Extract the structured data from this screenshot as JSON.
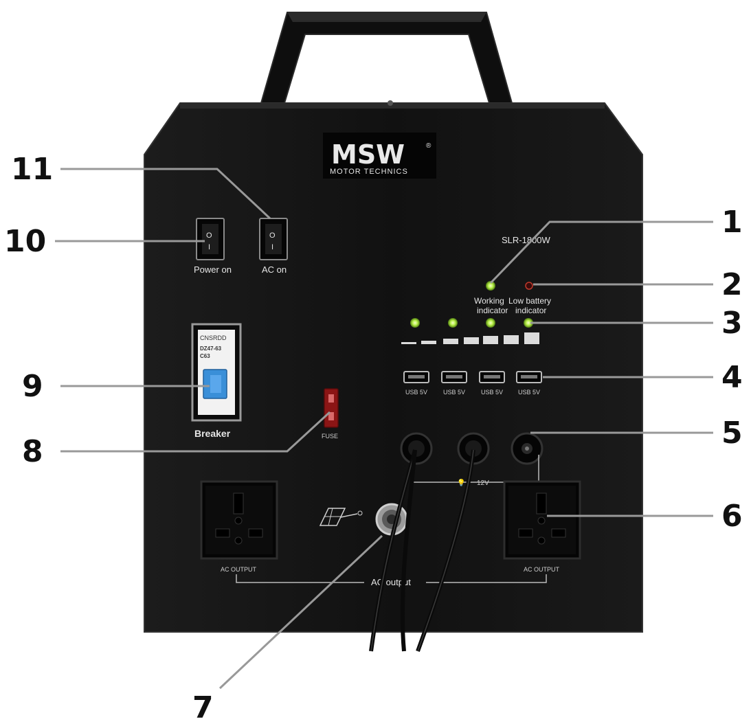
{
  "brand": {
    "logo_text": "MSW",
    "sub_text": "MOTOR TECHNICS",
    "reg_mark": "®"
  },
  "model_label": "SLR-1800W",
  "panel": {
    "power_on_label": "Power on",
    "ac_on_label": "AC on",
    "working_indicator_line1": "Working",
    "working_indicator_line2": "indicator",
    "low_battery_line1": "Low battery",
    "low_battery_line2": "indicator",
    "usb_labels": [
      "USB 5V",
      "USB 5V",
      "USB 5V",
      "USB 5V"
    ],
    "fuse_label": "FUSE",
    "breaker_label": "Breaker",
    "breaker_brand": "CNSRDD",
    "breaker_model": "DZ47-63",
    "breaker_rating": "C63",
    "dc_label": "12V",
    "ac_output_left": "AC OUTPUT",
    "ac_output_right": "AC OUTPUT",
    "ac_output_bracket": "AC output",
    "switch_symbol_top": "O",
    "switch_symbol_bottom": "I"
  },
  "battery_level_leds_lit": 4,
  "callouts": {
    "c1": "1",
    "c2": "2",
    "c3": "3",
    "c4": "4",
    "c5": "5",
    "c6": "6",
    "c7": "7",
    "c8": "8",
    "c9": "9",
    "c10": "10",
    "c11": "11"
  },
  "colors": {
    "housing": "#121212",
    "led_green": "#b8f04a",
    "led_red": "#c0392b",
    "breaker_blue": "#3a8fd8"
  }
}
